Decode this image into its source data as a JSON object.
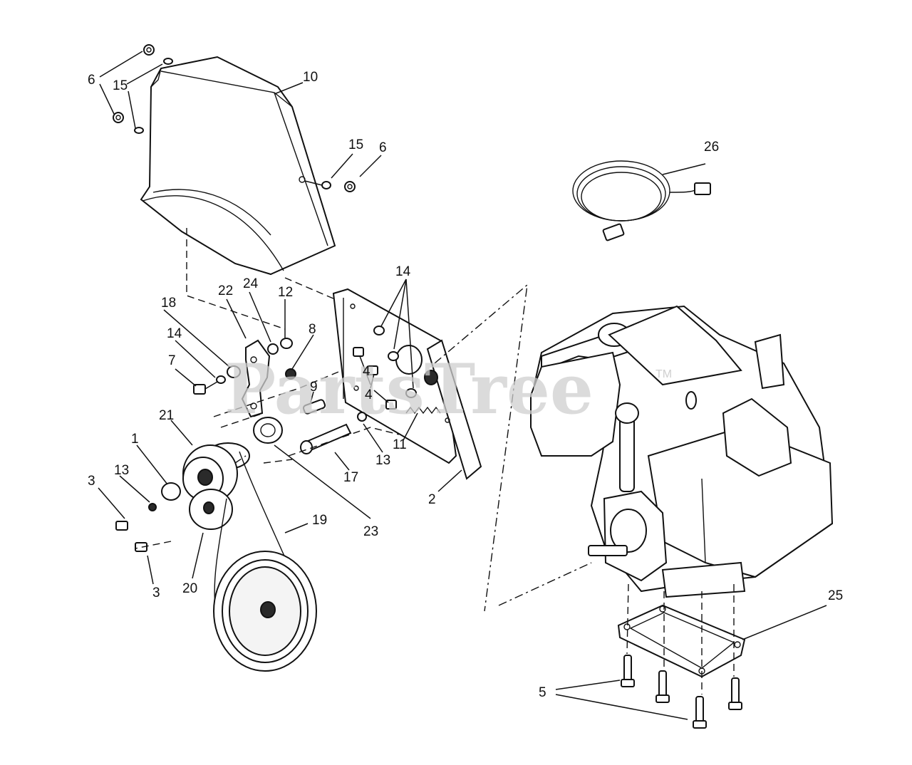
{
  "watermark": {
    "text": "PartsTree",
    "trademark": "TM"
  },
  "callouts": {
    "c1": "1",
    "c2": "2",
    "c3a": "3",
    "c3b": "3",
    "c4a": "4",
    "c4b": "4",
    "c5": "5",
    "c6a": "6",
    "c6b": "6",
    "c7": "7",
    "c8": "8",
    "c9": "9",
    "c10": "10",
    "c11": "11",
    "c12": "12",
    "c13a": "13",
    "c13b": "13",
    "c14a": "14",
    "c14b": "14",
    "c15a": "15",
    "c15b": "15",
    "c17": "17",
    "c18": "18",
    "c19": "19",
    "c20": "20",
    "c21": "21",
    "c22": "22",
    "c23": "23",
    "c24": "24",
    "c25": "25",
    "c26": "26"
  }
}
